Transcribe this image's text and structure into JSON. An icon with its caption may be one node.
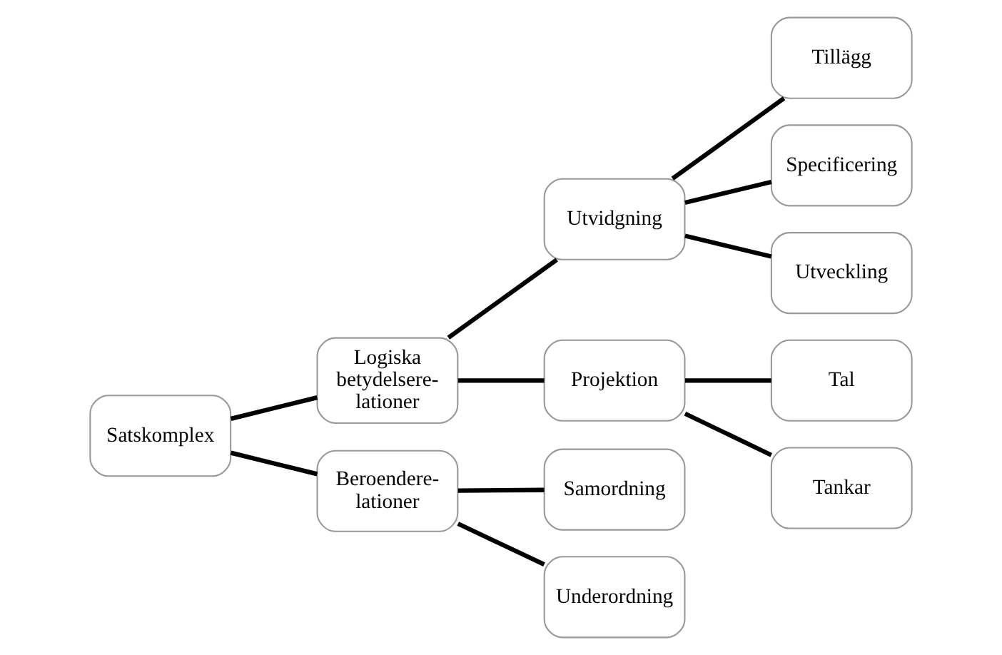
{
  "diagram": {
    "nodes": [
      {
        "text": [
          "Satskomplex"
        ]
      },
      {
        "text": [
          "Logiska betydelsere- lationer"
        ]
      },
      {
        "text": [
          "Beroendere- lationer"
        ]
      },
      {
        "text": [
          "Utvidgning"
        ]
      },
      {
        "text": [
          "Projektion"
        ]
      },
      {
        "text": [
          "Samordning"
        ]
      },
      {
        "text": [
          "Underordning"
        ]
      },
      {
        "text": [
          "Tillägg"
        ]
      },
      {
        "text": [
          "Specificering"
        ]
      },
      {
        "text": [
          "Utveckling"
        ]
      },
      {
        "text": [
          "Tal"
        ]
      },
      {
        "text": [
          "Tankar"
        ]
      }
    ],
    "edges": [
      {
        "from": 0,
        "to": 1,
        "arrow": "none"
      },
      {
        "from": 0,
        "to": 2,
        "arrow": "none"
      },
      {
        "from": 1,
        "to": 3,
        "arrow": "none"
      },
      {
        "from": 1,
        "to": 4,
        "arrow": "none"
      },
      {
        "from": 2,
        "to": 5,
        "arrow": "none"
      },
      {
        "from": 2,
        "to": 6,
        "arrow": "none"
      },
      {
        "from": 3,
        "to": 7,
        "arrow": "none"
      },
      {
        "from": 3,
        "to": 8,
        "arrow": "none"
      },
      {
        "from": 3,
        "to": 9,
        "arrow": "none"
      },
      {
        "from": 4,
        "to": 10,
        "arrow": "none"
      },
      {
        "from": 4,
        "to": 11,
        "arrow": "none"
      }
    ]
  }
}
